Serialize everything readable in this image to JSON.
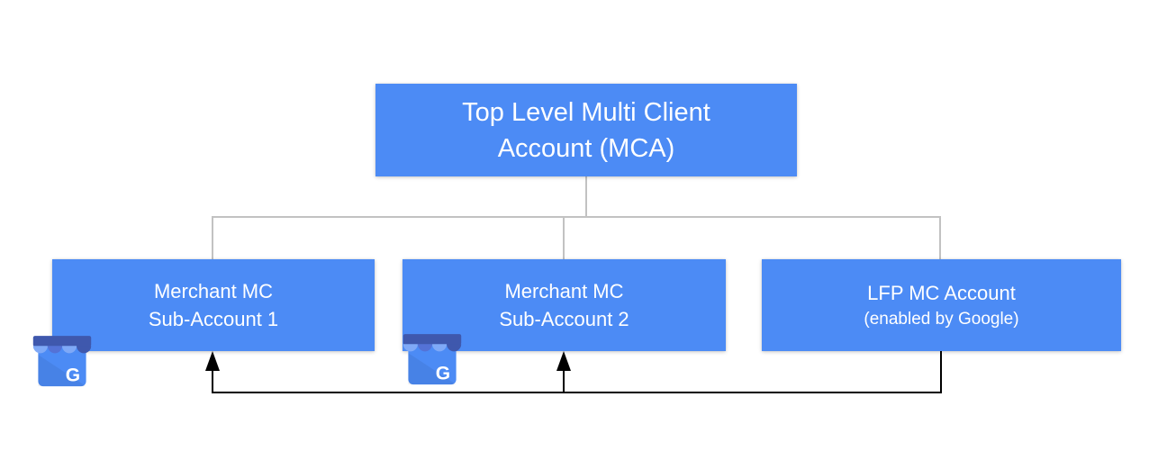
{
  "colors": {
    "canvas_bg": "#ffffff",
    "box_fill": "#4c8bf5",
    "box_text": "#ffffff",
    "connector_gray": "#c2c2c2",
    "connector_black": "#000000",
    "icon_awning_dark": "#3f58ad",
    "icon_awning_medium": "#5472d6",
    "icon_awning_light": "#7fa9f7",
    "icon_body": "#4c8bf5",
    "icon_letter": "#ffffff"
  },
  "nodes": {
    "root": {
      "line1": "Top Level Multi Client",
      "line2": "Account (MCA)"
    },
    "sub1": {
      "line1": "Merchant MC",
      "line2": "Sub-Account 1"
    },
    "sub2": {
      "line1": "Merchant MC",
      "line2": "Sub-Account 2"
    },
    "lfp": {
      "line1": "LFP MC Account",
      "line2": "(enabled by Google)"
    }
  },
  "icons": {
    "sub1_badge": "google-business-profile-icon",
    "sub2_badge": "google-business-profile-icon",
    "letter": "G"
  }
}
